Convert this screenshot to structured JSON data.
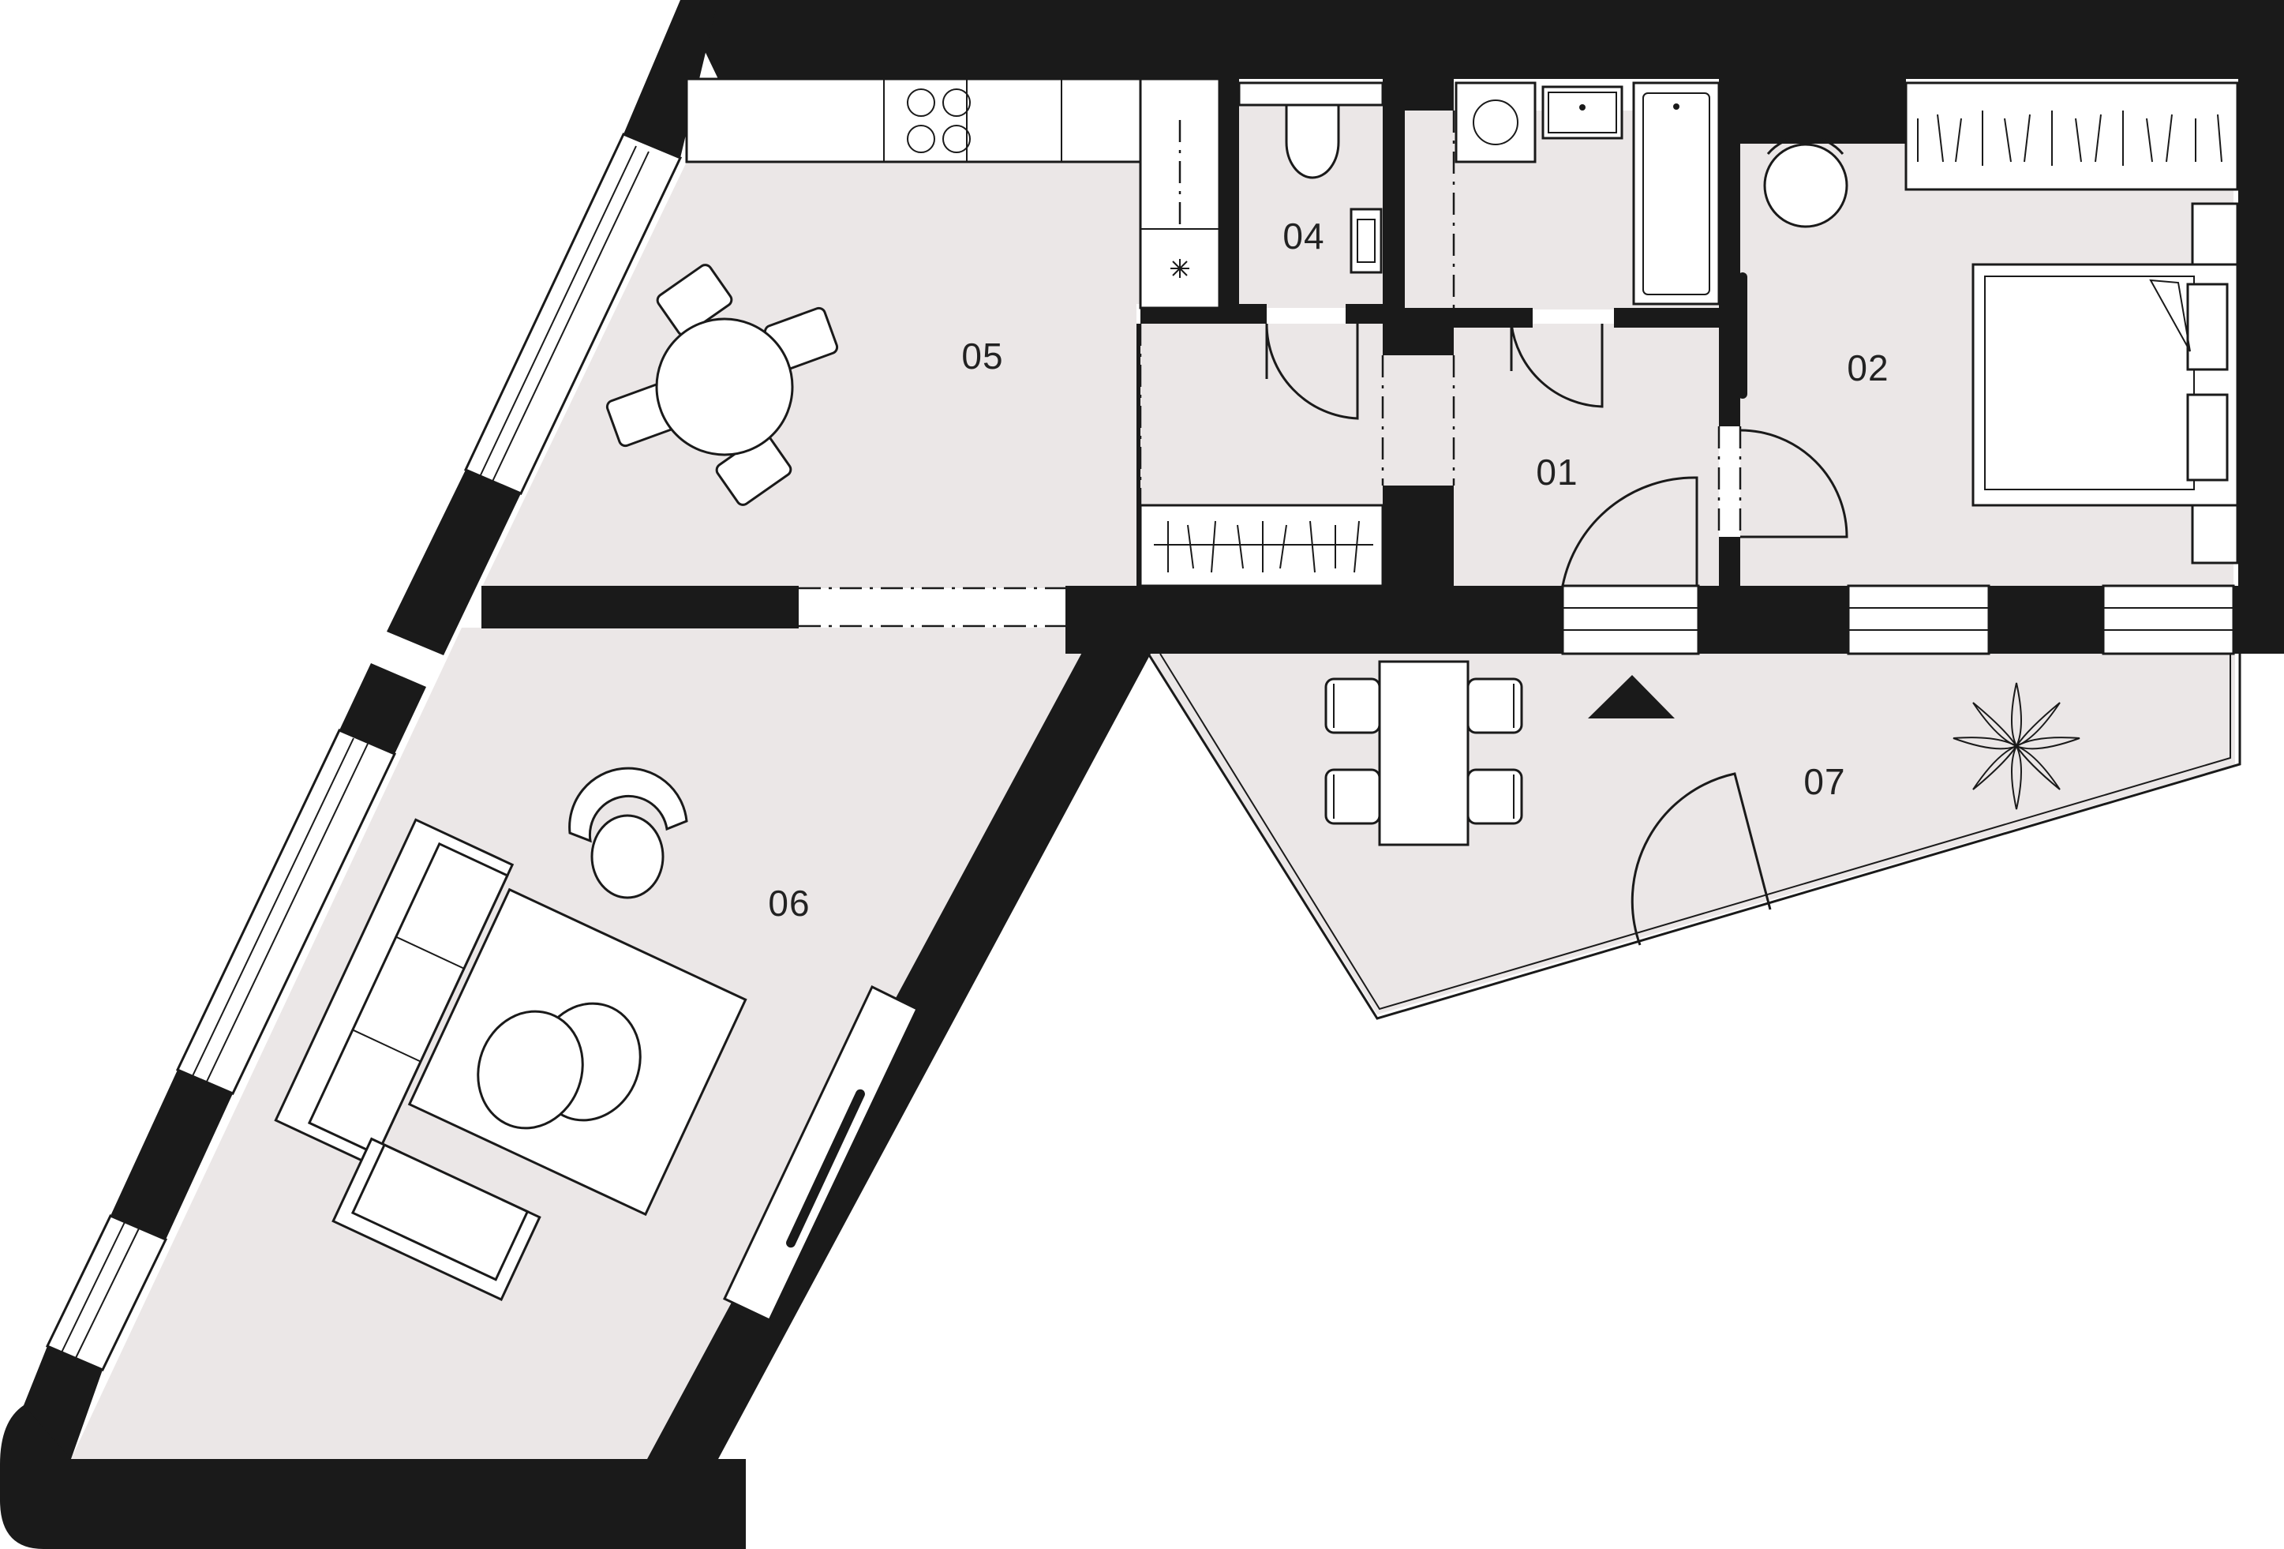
{
  "rooms": {
    "r01": "01",
    "r02": "02",
    "r04": "04",
    "r05": "05",
    "r06": "06",
    "r07": "07"
  },
  "colors": {
    "floor": "#ebe7e7",
    "wall": "#1a1a1a",
    "background": "#ffffff"
  },
  "icons": {
    "entrance": "entrance-arrow-icon",
    "plant": "plant-icon",
    "hob": "cooktop-icon"
  }
}
